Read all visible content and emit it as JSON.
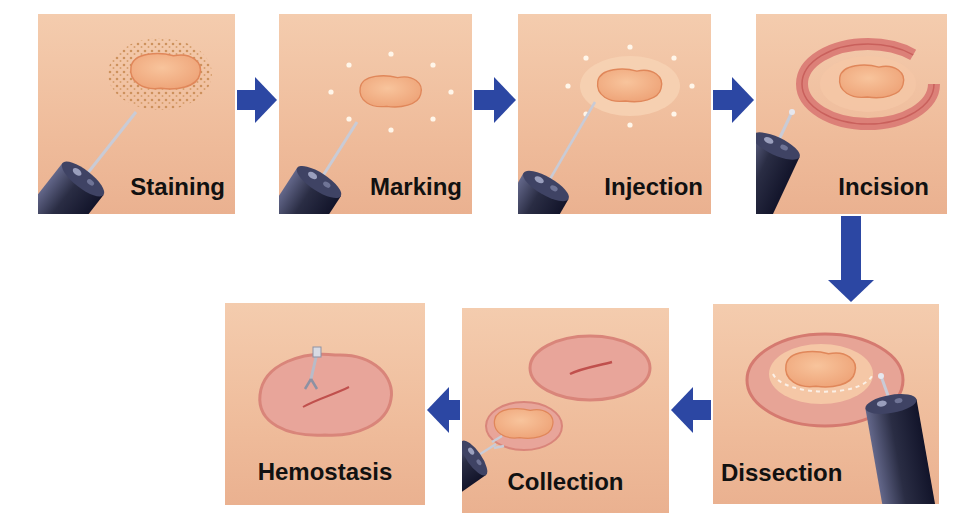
{
  "diagram": {
    "nodes": [
      {
        "text": [
          "Staining"
        ]
      },
      {
        "text": [
          "Marking"
        ]
      },
      {
        "text": [
          "Injection"
        ]
      },
      {
        "text": [
          "Incision"
        ]
      },
      {
        "text": [
          "Dissection"
        ]
      },
      {
        "text": [
          "Collection"
        ]
      },
      {
        "text": [
          "Hemostasis"
        ]
      }
    ],
    "edges": [
      {
        "from": 0,
        "to": 1,
        "arrow": "to"
      },
      {
        "from": 1,
        "to": 2,
        "arrow": "to"
      },
      {
        "from": 2,
        "to": 3,
        "arrow": "to"
      },
      {
        "from": 3,
        "to": 4,
        "arrow": "to"
      },
      {
        "from": 4,
        "to": 5,
        "arrow": "to"
      },
      {
        "from": 5,
        "to": 6,
        "arrow": "to"
      }
    ]
  }
}
